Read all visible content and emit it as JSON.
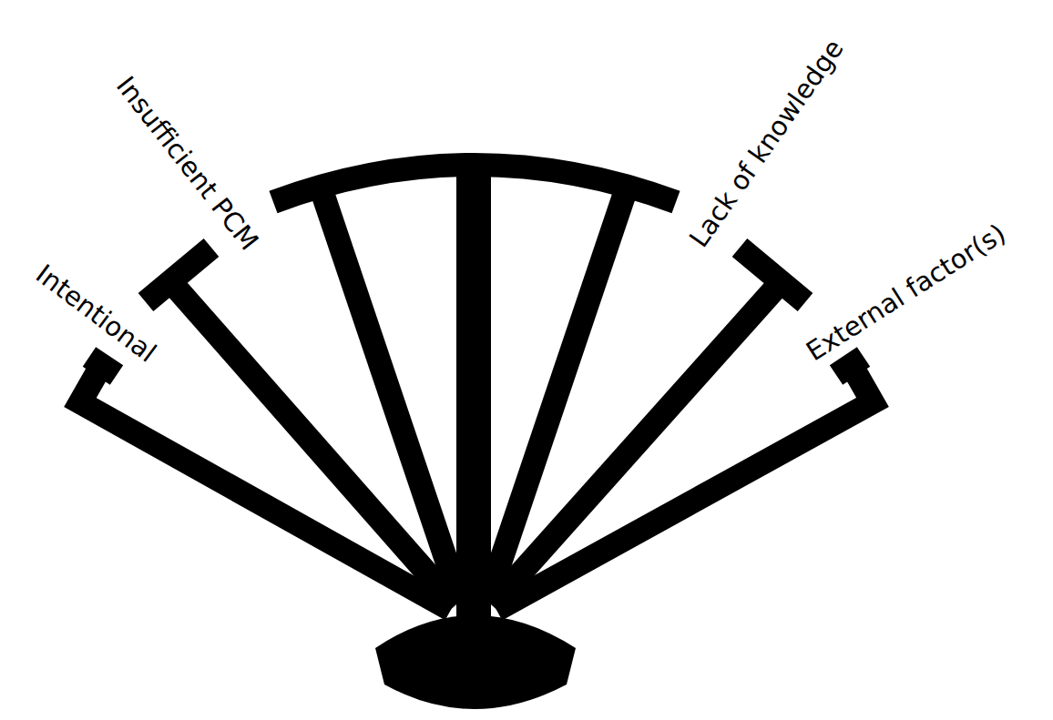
{
  "diagram": {
    "labels": [
      "Intentional",
      "Insufficient PCM",
      "Lack of knowledge",
      "External factor(s)"
    ]
  }
}
